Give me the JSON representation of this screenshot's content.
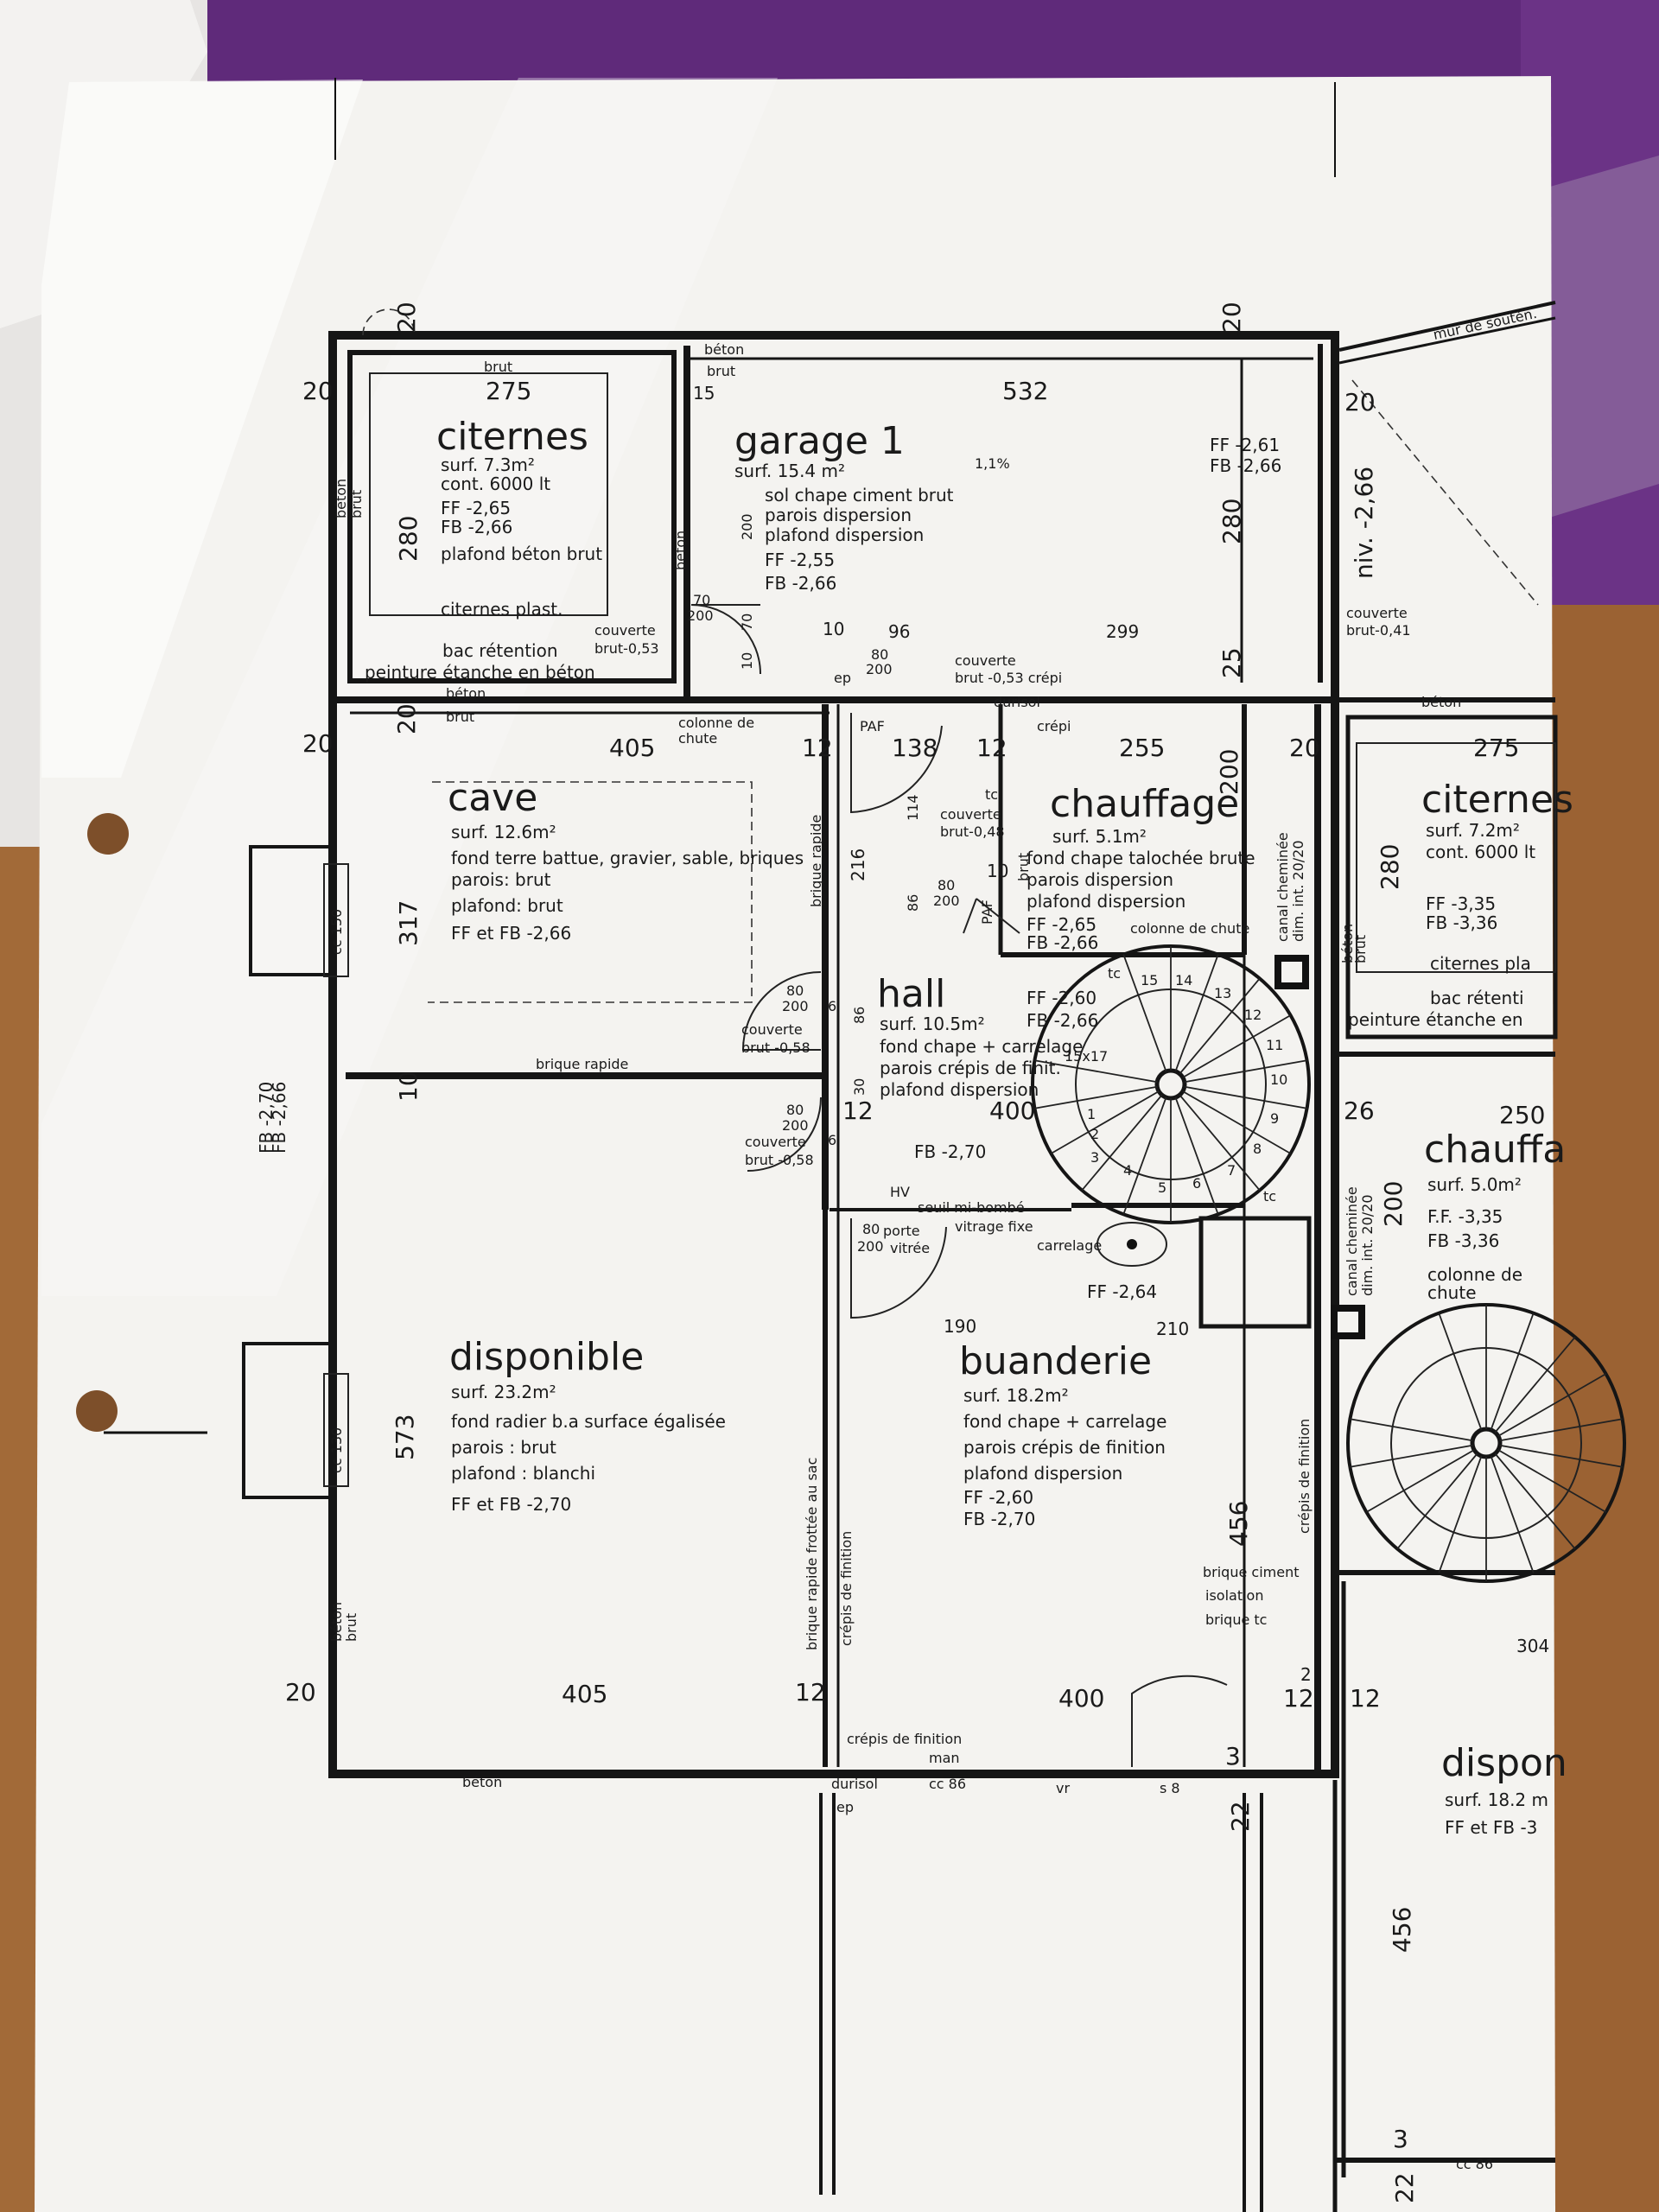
{
  "plan": {
    "rooms": [
      {
        "id": "citernes-left",
        "name": "citernes",
        "lines": [
          "surf. 7.3m²",
          "cont. 6000 lt",
          "FF -2,65",
          "FB -2,66",
          "plafond béton brut",
          "citernes plast."
        ]
      },
      {
        "id": "garage",
        "name": "garage 1",
        "lines": [
          "surf. 15.4 m²",
          "sol   chape ciment brut",
          "parois   dispersion",
          "plafond  dispersion",
          "FF -2,55",
          "FB -2,66"
        ]
      },
      {
        "id": "cave",
        "name": "cave",
        "lines": [
          "surf. 12.6m²",
          "fond   terre battue, gravier, sable, briques",
          "parois: brut",
          "plafond: brut",
          "FF et FB -2,66"
        ]
      },
      {
        "id": "chauffage",
        "name": "chauffage",
        "lines": [
          "surf. 5.1m²",
          "fond   chape talochée brute",
          "parois  dispersion",
          "plafond  dispersion",
          "FF -2,65",
          "FB -2,66"
        ]
      },
      {
        "id": "hall",
        "name": "hall",
        "lines": [
          "surf. 10.5m²",
          "fond   chape + carrelage",
          "parois  crépis de finit.",
          "plafond dispersion"
        ]
      },
      {
        "id": "disponible",
        "name": "disponible",
        "lines": [
          "surf. 23.2m²",
          "fond   radier b.a surface égalisée",
          "parois  : brut",
          "plafond  : blanchi",
          "FF et FB -2,70"
        ]
      },
      {
        "id": "buanderie",
        "name": "buanderie",
        "lines": [
          "surf. 18.2m²",
          "fond   chape + carrelage",
          "parois   crépis de finition",
          "plafond dispersion",
          "FF -2,60",
          "FB -2,70"
        ]
      },
      {
        "id": "citernes-right",
        "name": "citernes",
        "lines": [
          "surf. 7.2m²",
          "cont. 6000 lt",
          "FF -3,35",
          "FB -3,36",
          "citernes pla",
          "bac rétenti",
          "peinture étanche en"
        ]
      },
      {
        "id": "chauffage-right",
        "name": "chauffa",
        "lines": [
          "surf. 5.0m²",
          "F.F. -3,35",
          "FB -3,36",
          "colonne de",
          "chute"
        ]
      },
      {
        "id": "disponible-right",
        "name": "dispon",
        "lines": [
          "surf. 18.2 m",
          "FF et FB -3"
        ]
      }
    ],
    "dimensions": {
      "d275": "275",
      "d532": "532",
      "d405": "405",
      "d405b": "405",
      "d400": "400",
      "d400b": "400",
      "d255": "255",
      "d275r": "275",
      "d250": "250",
      "d280": "280",
      "d280b": "280",
      "d280c": "280",
      "d317": "317",
      "d573": "573",
      "d456": "456",
      "d456b": "456",
      "d200": "200",
      "d200b": "200",
      "d200c": "200",
      "d20a": "20",
      "d20b": "20",
      "d20c": "20",
      "d20d": "20",
      "d20e": "20",
      "d20f": "20",
      "d20g": "20",
      "d20h": "20",
      "d12a": "12",
      "d12b": "12",
      "d12c": "12",
      "d12d": "12",
      "d12e": "12",
      "d12f": "12",
      "d15": "15",
      "d138": "138",
      "d96": "96",
      "d299": "299",
      "d10": "10",
      "d25": "25",
      "d216": "216",
      "d210": "210",
      "d190": "190",
      "d304": "304",
      "d22": "22",
      "d22b": "22",
      "d26": "26",
      "d3": "3",
      "d3b": "3",
      "d2": "2"
    },
    "annotations": {
      "beton_top": "béton",
      "brut_top": "brut",
      "brut_tank": "brut",
      "brut_top2": "brut",
      "beton2": "béton",
      "brut2": "brut",
      "couverte1": "couverte",
      "couverte1v": "brut-0,53",
      "bac": "bac rétention",
      "peinture": "peinture étanche en béton",
      "couverte2": "couverte",
      "couverte2v": "brut -0,53  crépi",
      "durisol": "durisol",
      "crepi": "crépi",
      "paf": "PAF",
      "paf2": "PAF",
      "colonne": "colonne de",
      "chute": "chute",
      "ffgarage": "FF -2,61",
      "fbgarage": "FB -2,66",
      "slope": "1,1%",
      "niv": "niv. -2,66",
      "mur": "mur de soutèn.",
      "couverte3": "couverte",
      "couverte3v": "brut-0,41",
      "beton_right": "béton",
      "brique_rapide": "brique rapide",
      "brique_rapide2": "brique rapide",
      "brique_rapide3": "brique rapide frottée au sac",
      "crepis_finition": "crépis de finition",
      "crepis_finition2": "crépis de finition",
      "crepis_finition3": "crépis de finition",
      "brique_ciment": "brique ciment",
      "isolation": "isolation",
      "brique_tc": "brique tc",
      "cc150": "cc 150",
      "cc130": "cc 130",
      "cc86": "cc 86",
      "cc86b": "cc 86",
      "ffhall": "FF -2,60",
      "fbhall": "FB -2,66",
      "fbhall2": "FB -2,70",
      "stairs": "15x17",
      "seuil": "seuil mi-bombé",
      "vitrage": "vitrage fixe",
      "carrelage": "carrelage",
      "porte": "porte",
      "vitree": "vitrée",
      "ff264": "FF -2,64",
      "colonne_chute": "colonne de chute",
      "canal": "canal cheminée",
      "dim_int": "dim. int. 20/20",
      "canal2": "canal cheminée",
      "dim_int2": "dim. int. 20/20",
      "couverte4": "couverte",
      "couverte4v": "brut -0,58",
      "couverte5": "couverte",
      "couverte5v": "brut -0,58",
      "couverte6": "couverte",
      "couverte6v": "brut-0,48",
      "fb266side": "FB -2,66",
      "fb270side": "FB -2,70",
      "beton_bottom": "béton",
      "durisol_bottom": "durisol",
      "vr": "vr",
      "hv": "HV",
      "ep": "ep",
      "ep2": "ep",
      "tc": "tc",
      "tc2": "tc",
      "tc3": "tc",
      "beton_v": "béton",
      "brut_v": "brut",
      "beton_v2": "béton",
      "brut_v2": "brut",
      "beton_v3": "béton",
      "brut_v3": "brut",
      "beton_v4": "béton",
      "brut_v4": "brut",
      "d80_200a": "80",
      "d80_200b": "200",
      "d70_200a": "70",
      "d70_200b": "200",
      "d80b": "80",
      "d200x": "200",
      "d80c": "80",
      "d200y": "200",
      "d80d": "80",
      "d200z": "200",
      "d80e": "80",
      "d200w": "200",
      "d70v": "70",
      "d10v": "10",
      "d114": "114",
      "d86": "86",
      "d86b": "86",
      "d30": "30",
      "d6": "6",
      "d6b": "6",
      "d10h": "10",
      "d10z": "10",
      "d8": "s 8",
      "stair_nums": [
        "1",
        "2",
        "3",
        "4",
        "5",
        "6",
        "7",
        "8",
        "9",
        "10",
        "11",
        "12",
        "13",
        "14",
        "15"
      ],
      "man": "man"
    }
  }
}
